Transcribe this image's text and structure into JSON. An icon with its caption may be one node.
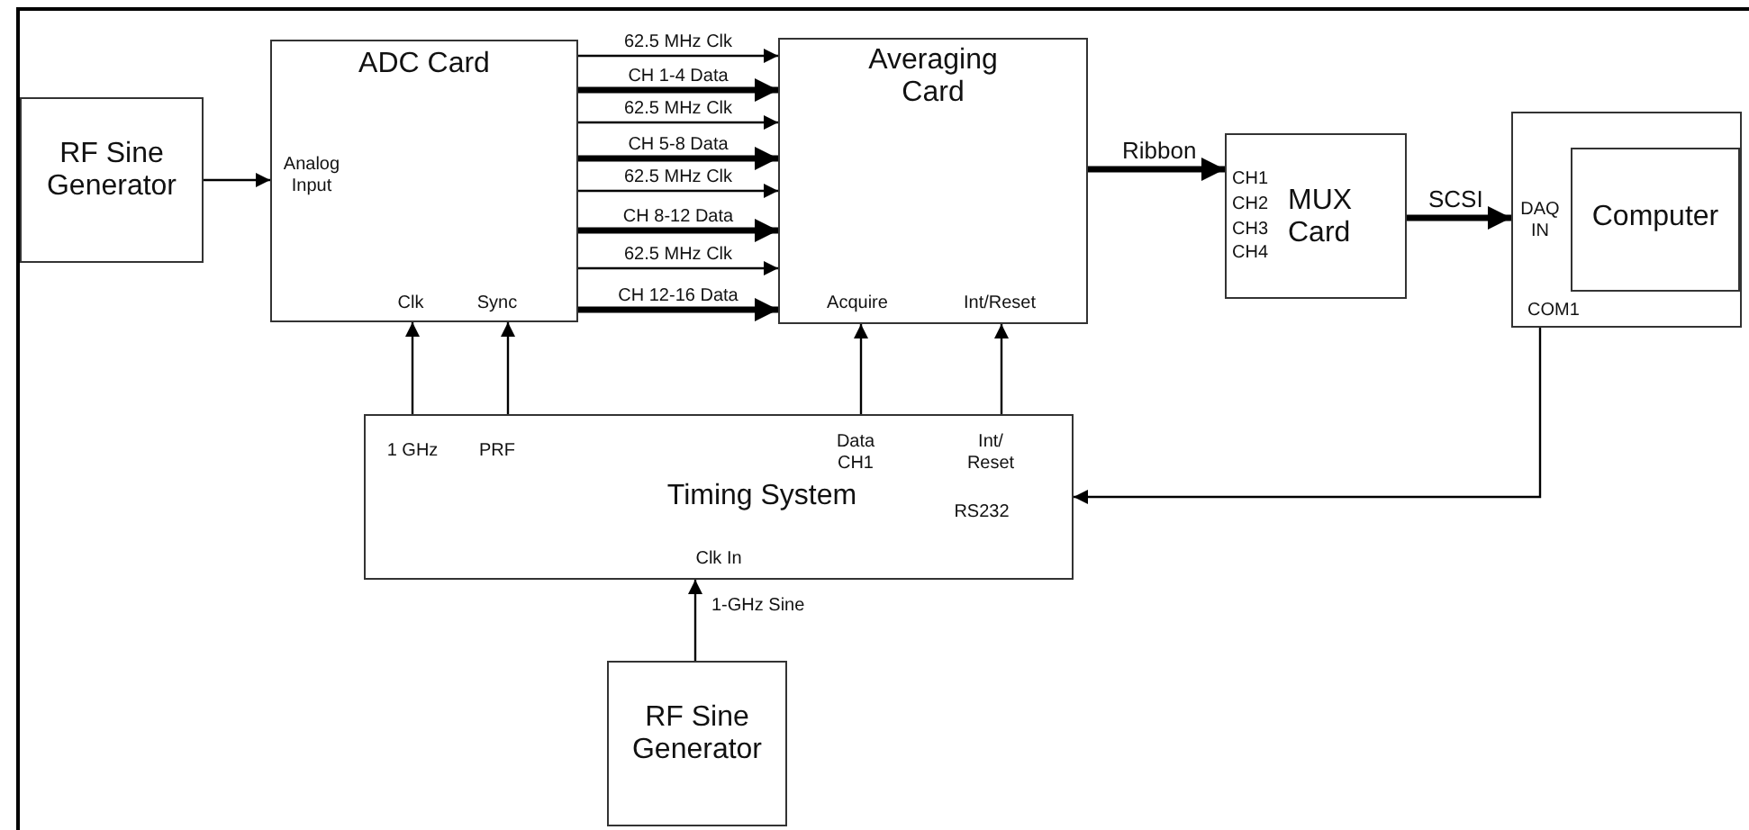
{
  "diagram": {
    "nodes": [
      {
        "text": [
          "RF Sine Generator"
        ]
      },
      {
        "text": [
          "ADC Card",
          "Analog Input",
          "Clk",
          "Sync"
        ]
      },
      {
        "text": [
          "Averaging Card",
          "Acquire",
          "Int/Reset"
        ]
      },
      {
        "text": [
          "MUX Card",
          "CH1",
          "CH2",
          "CH3",
          "CH4"
        ]
      },
      {
        "text": [
          "DAQ IN",
          "COM1"
        ]
      },
      {
        "text": [
          "Computer"
        ],
        "in": 4
      },
      {
        "text": [
          "Timing System",
          "1 GHz",
          "PRF",
          "Data CH1",
          "Int/ Reset",
          "RS232",
          "Clk In"
        ]
      },
      {
        "text": [
          "RF Sine Generator"
        ]
      }
    ],
    "edges": [
      {
        "from": 0,
        "to": 1,
        "arrow": "to"
      },
      {
        "from": 1,
        "to": 2,
        "arrow": "to",
        "label": "62.5 MHz Clk"
      },
      {
        "from": 1,
        "to": 2,
        "arrow": "to",
        "label": "CH 1-4 Data",
        "style": "thick"
      },
      {
        "from": 1,
        "to": 2,
        "arrow": "to",
        "label": "62.5 MHz Clk"
      },
      {
        "from": 1,
        "to": 2,
        "arrow": "to",
        "label": "CH 5-8 Data",
        "style": "thick"
      },
      {
        "from": 1,
        "to": 2,
        "arrow": "to",
        "label": "62.5 MHz Clk"
      },
      {
        "from": 1,
        "to": 2,
        "arrow": "to",
        "label": "CH 8-12 Data",
        "style": "thick"
      },
      {
        "from": 1,
        "to": 2,
        "arrow": "to",
        "label": "62.5 MHz Clk"
      },
      {
        "from": 1,
        "to": 2,
        "arrow": "to",
        "label": "CH 12-16 Data",
        "style": "thick"
      },
      {
        "from": 2,
        "to": 3,
        "arrow": "to",
        "label": "Ribbon",
        "style": "thick"
      },
      {
        "from": 3,
        "to": 4,
        "arrow": "to",
        "label": "SCSI",
        "style": "thick"
      },
      {
        "from": 6,
        "to": 1,
        "arrow": "to"
      },
      {
        "from": 6,
        "to": 1,
        "arrow": "to"
      },
      {
        "from": 6,
        "to": 2,
        "arrow": "to"
      },
      {
        "from": 6,
        "to": 2,
        "arrow": "to"
      },
      {
        "from": 4,
        "to": 6,
        "arrow": "to"
      },
      {
        "from": 7,
        "to": 6,
        "arrow": "to",
        "label": "1-GHz Sine"
      }
    ]
  }
}
